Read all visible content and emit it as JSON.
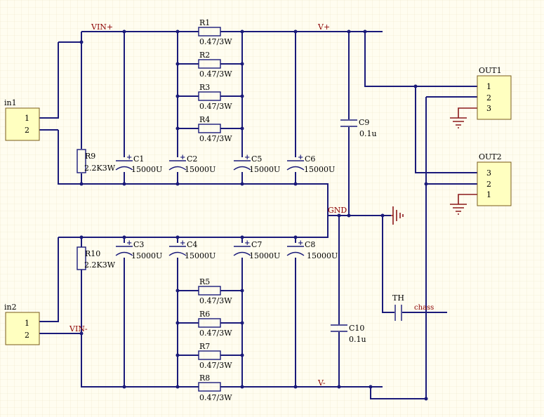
{
  "nets": {
    "vin_plus": "VIN+",
    "vin_minus": "VIN-",
    "v_plus": "V+",
    "v_minus": "V-",
    "gnd": "GND",
    "chass": "chass"
  },
  "resistors": [
    {
      "ref": "R1",
      "value": "0.47/3W"
    },
    {
      "ref": "R2",
      "value": "0.47/3W"
    },
    {
      "ref": "R3",
      "value": "0.47/3W"
    },
    {
      "ref": "R4",
      "value": "0.47/3W"
    },
    {
      "ref": "R5",
      "value": "0.47/3W"
    },
    {
      "ref": "R6",
      "value": "0.47/3W"
    },
    {
      "ref": "R7",
      "value": "0.47/3W"
    },
    {
      "ref": "R8",
      "value": "0.47/3W"
    },
    {
      "ref": "R9",
      "value": "2.2K3W"
    },
    {
      "ref": "R10",
      "value": "2.2K3W"
    }
  ],
  "capacitors": [
    {
      "ref": "C1",
      "value": "15000U"
    },
    {
      "ref": "C2",
      "value": "15000U"
    },
    {
      "ref": "C5",
      "value": "15000U"
    },
    {
      "ref": "C6",
      "value": "15000U"
    },
    {
      "ref": "C3",
      "value": "15000U"
    },
    {
      "ref": "C4",
      "value": "15000U"
    },
    {
      "ref": "C7",
      "value": "15000U"
    },
    {
      "ref": "C8",
      "value": "15000U"
    },
    {
      "ref": "C9",
      "value": "0.1u"
    },
    {
      "ref": "C10",
      "value": "0.1u"
    },
    {
      "ref": "TH",
      "value": ""
    }
  ],
  "connectors": [
    {
      "ref": "in1",
      "pins": [
        "1",
        "2"
      ]
    },
    {
      "ref": "in2",
      "pins": [
        "1",
        "2"
      ]
    },
    {
      "ref": "OUT1",
      "pins": [
        "1",
        "2",
        "3"
      ]
    },
    {
      "ref": "OUT2",
      "pins": [
        "3",
        "2",
        "1"
      ]
    }
  ],
  "colors": {
    "wire": "#1a1a7a",
    "ground": "#8b1a1a",
    "connector_fill": "#ffffc0",
    "background": "#fffdf0"
  }
}
